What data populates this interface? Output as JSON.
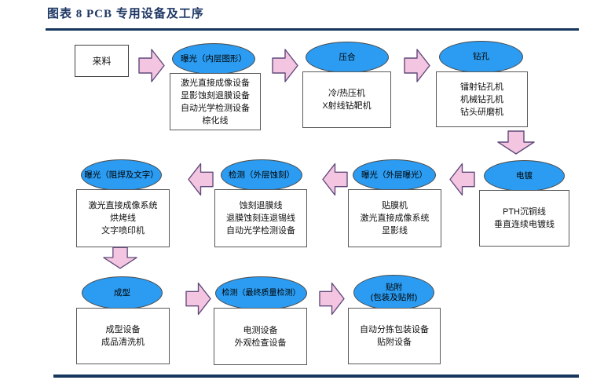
{
  "figure": {
    "title": "图表 8  PCB 专用设备及工序"
  },
  "colors": {
    "title_navy": "#1F3864",
    "rule_navy": "#17365D",
    "ellipse_blue": "#2B9CF1",
    "arrow_pink": "#F3C5E0",
    "arrow_outline": "#604A7B",
    "box_border": "#595959"
  },
  "flow": {
    "start_label": "来料",
    "steps": [
      {
        "stage": "曝光（内层图形）",
        "equipment": [
          "激光直接成像设备",
          "显影蚀刻退膜设备",
          "自动光学检测设备",
          "棕化线"
        ]
      },
      {
        "stage": "压合",
        "equipment": [
          "冷/热压机",
          "X射线钻靶机"
        ]
      },
      {
        "stage": "钻孔",
        "equipment": [
          "镭射钻孔机",
          "机械钻孔机",
          "钻头研磨机"
        ]
      },
      {
        "stage": "电镀",
        "equipment": [
          "PTH沉铜线",
          "垂直连续电镀线"
        ]
      },
      {
        "stage": "曝光（外层曝光）",
        "equipment": [
          "贴膜机",
          "激光直接成像系统",
          "显影线"
        ]
      },
      {
        "stage": "检测（外层蚀刻）",
        "equipment": [
          "蚀刻退膜线",
          "退膜蚀刻连退锡线",
          "自动光学检测设备"
        ]
      },
      {
        "stage": "曝光（阻焊及文字）",
        "equipment": [
          "激光直接成像系统",
          "烘烤线",
          "文字喷印机"
        ]
      },
      {
        "stage": "成型",
        "equipment": [
          "成型设备",
          "成品清洗机"
        ]
      },
      {
        "stage": "检测（最终质量检测）",
        "equipment": [
          "电测设备",
          "外观检查设备"
        ]
      },
      {
        "stage_line1": "贴附",
        "stage_line2": "(包装及贴附)",
        "equipment": [
          "自动分拣包装设备",
          "贴附设备"
        ]
      }
    ]
  }
}
